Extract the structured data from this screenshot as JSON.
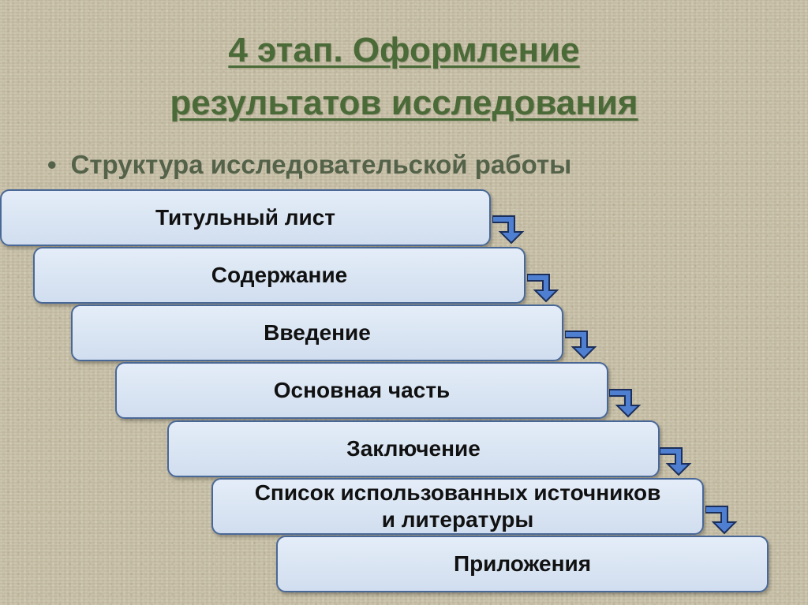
{
  "title": {
    "line1": "4 этап.  Оформление",
    "line2": "результатов исследования"
  },
  "subtitle": {
    "bullet": "•",
    "text": "Структура исследовательской работы"
  },
  "steps": [
    {
      "label": "Титульный лист"
    },
    {
      "label": "Содержание"
    },
    {
      "label": "Введение"
    },
    {
      "label": "Основная часть"
    },
    {
      "label": "Заключение"
    },
    {
      "label_line1": "Список использованных источников",
      "label_line2": "и литературы"
    },
    {
      "label": "Приложения"
    }
  ],
  "colors": {
    "background": "#c9c1a7",
    "title": "#4a6a37",
    "box_fill": "#d9e5f3",
    "box_border": "#4a6896",
    "arrow_fill": "#4f7fd1",
    "arrow_outline": "#1b2f5a"
  },
  "arrow_icon": "step-down-arrow-icon"
}
